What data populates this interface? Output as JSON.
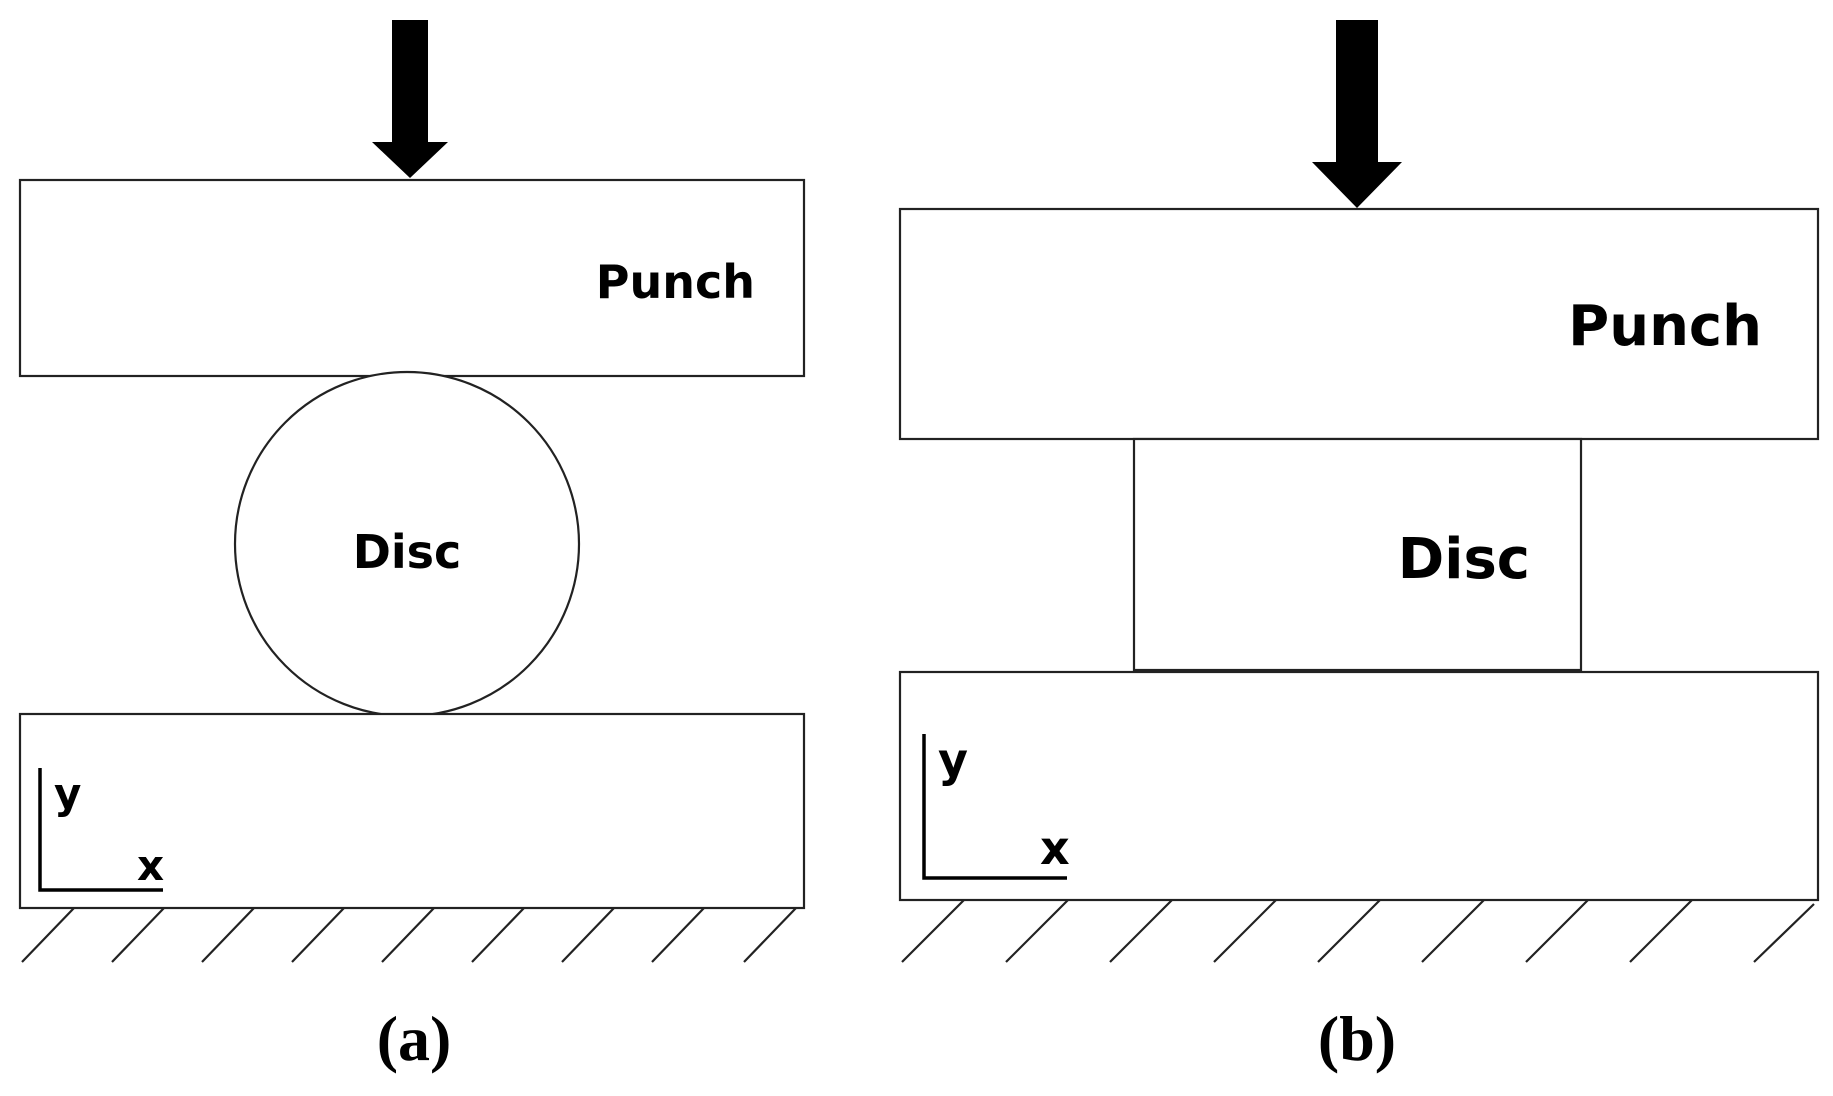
{
  "panels": [
    {
      "id": "a",
      "caption": "(a)",
      "punch_label": "Punch",
      "disc_label": "Disc",
      "disc_shape": "circle",
      "axis_x_label": "x",
      "axis_y_label": "y"
    },
    {
      "id": "b",
      "caption": "(b)",
      "punch_label": "Punch",
      "disc_label": "Disc",
      "disc_shape": "rectangle",
      "axis_x_label": "x",
      "axis_y_label": "y"
    }
  ],
  "colors": {
    "stroke": "#222222",
    "arrow": "#000000",
    "background": "#ffffff"
  }
}
